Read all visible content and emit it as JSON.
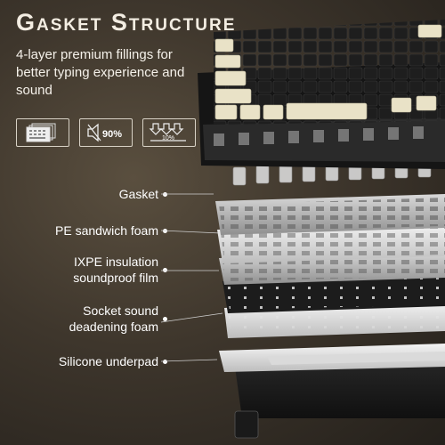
{
  "header": {
    "title": "Gasket Structure",
    "subtitle": "4-layer premium fillings for better typing experience and sound"
  },
  "features": [
    {
      "icon": "foam-layers-icon"
    },
    {
      "icon": "noise-reduction-icon",
      "text": "90%"
    },
    {
      "icon": "arrows-down-icon",
      "text": "10%"
    }
  ],
  "layers": [
    {
      "label": "Gasket"
    },
    {
      "label": "PE sandwich foam"
    },
    {
      "label": "IXPE insulation soundproof film"
    },
    {
      "label": "Socket sound deadening foam"
    },
    {
      "label": "Silicone underpad"
    }
  ],
  "colors": {
    "keycap_black": "#1d1d1d",
    "keycap_cream": "#e9e2c7",
    "background": "#3e362c"
  }
}
